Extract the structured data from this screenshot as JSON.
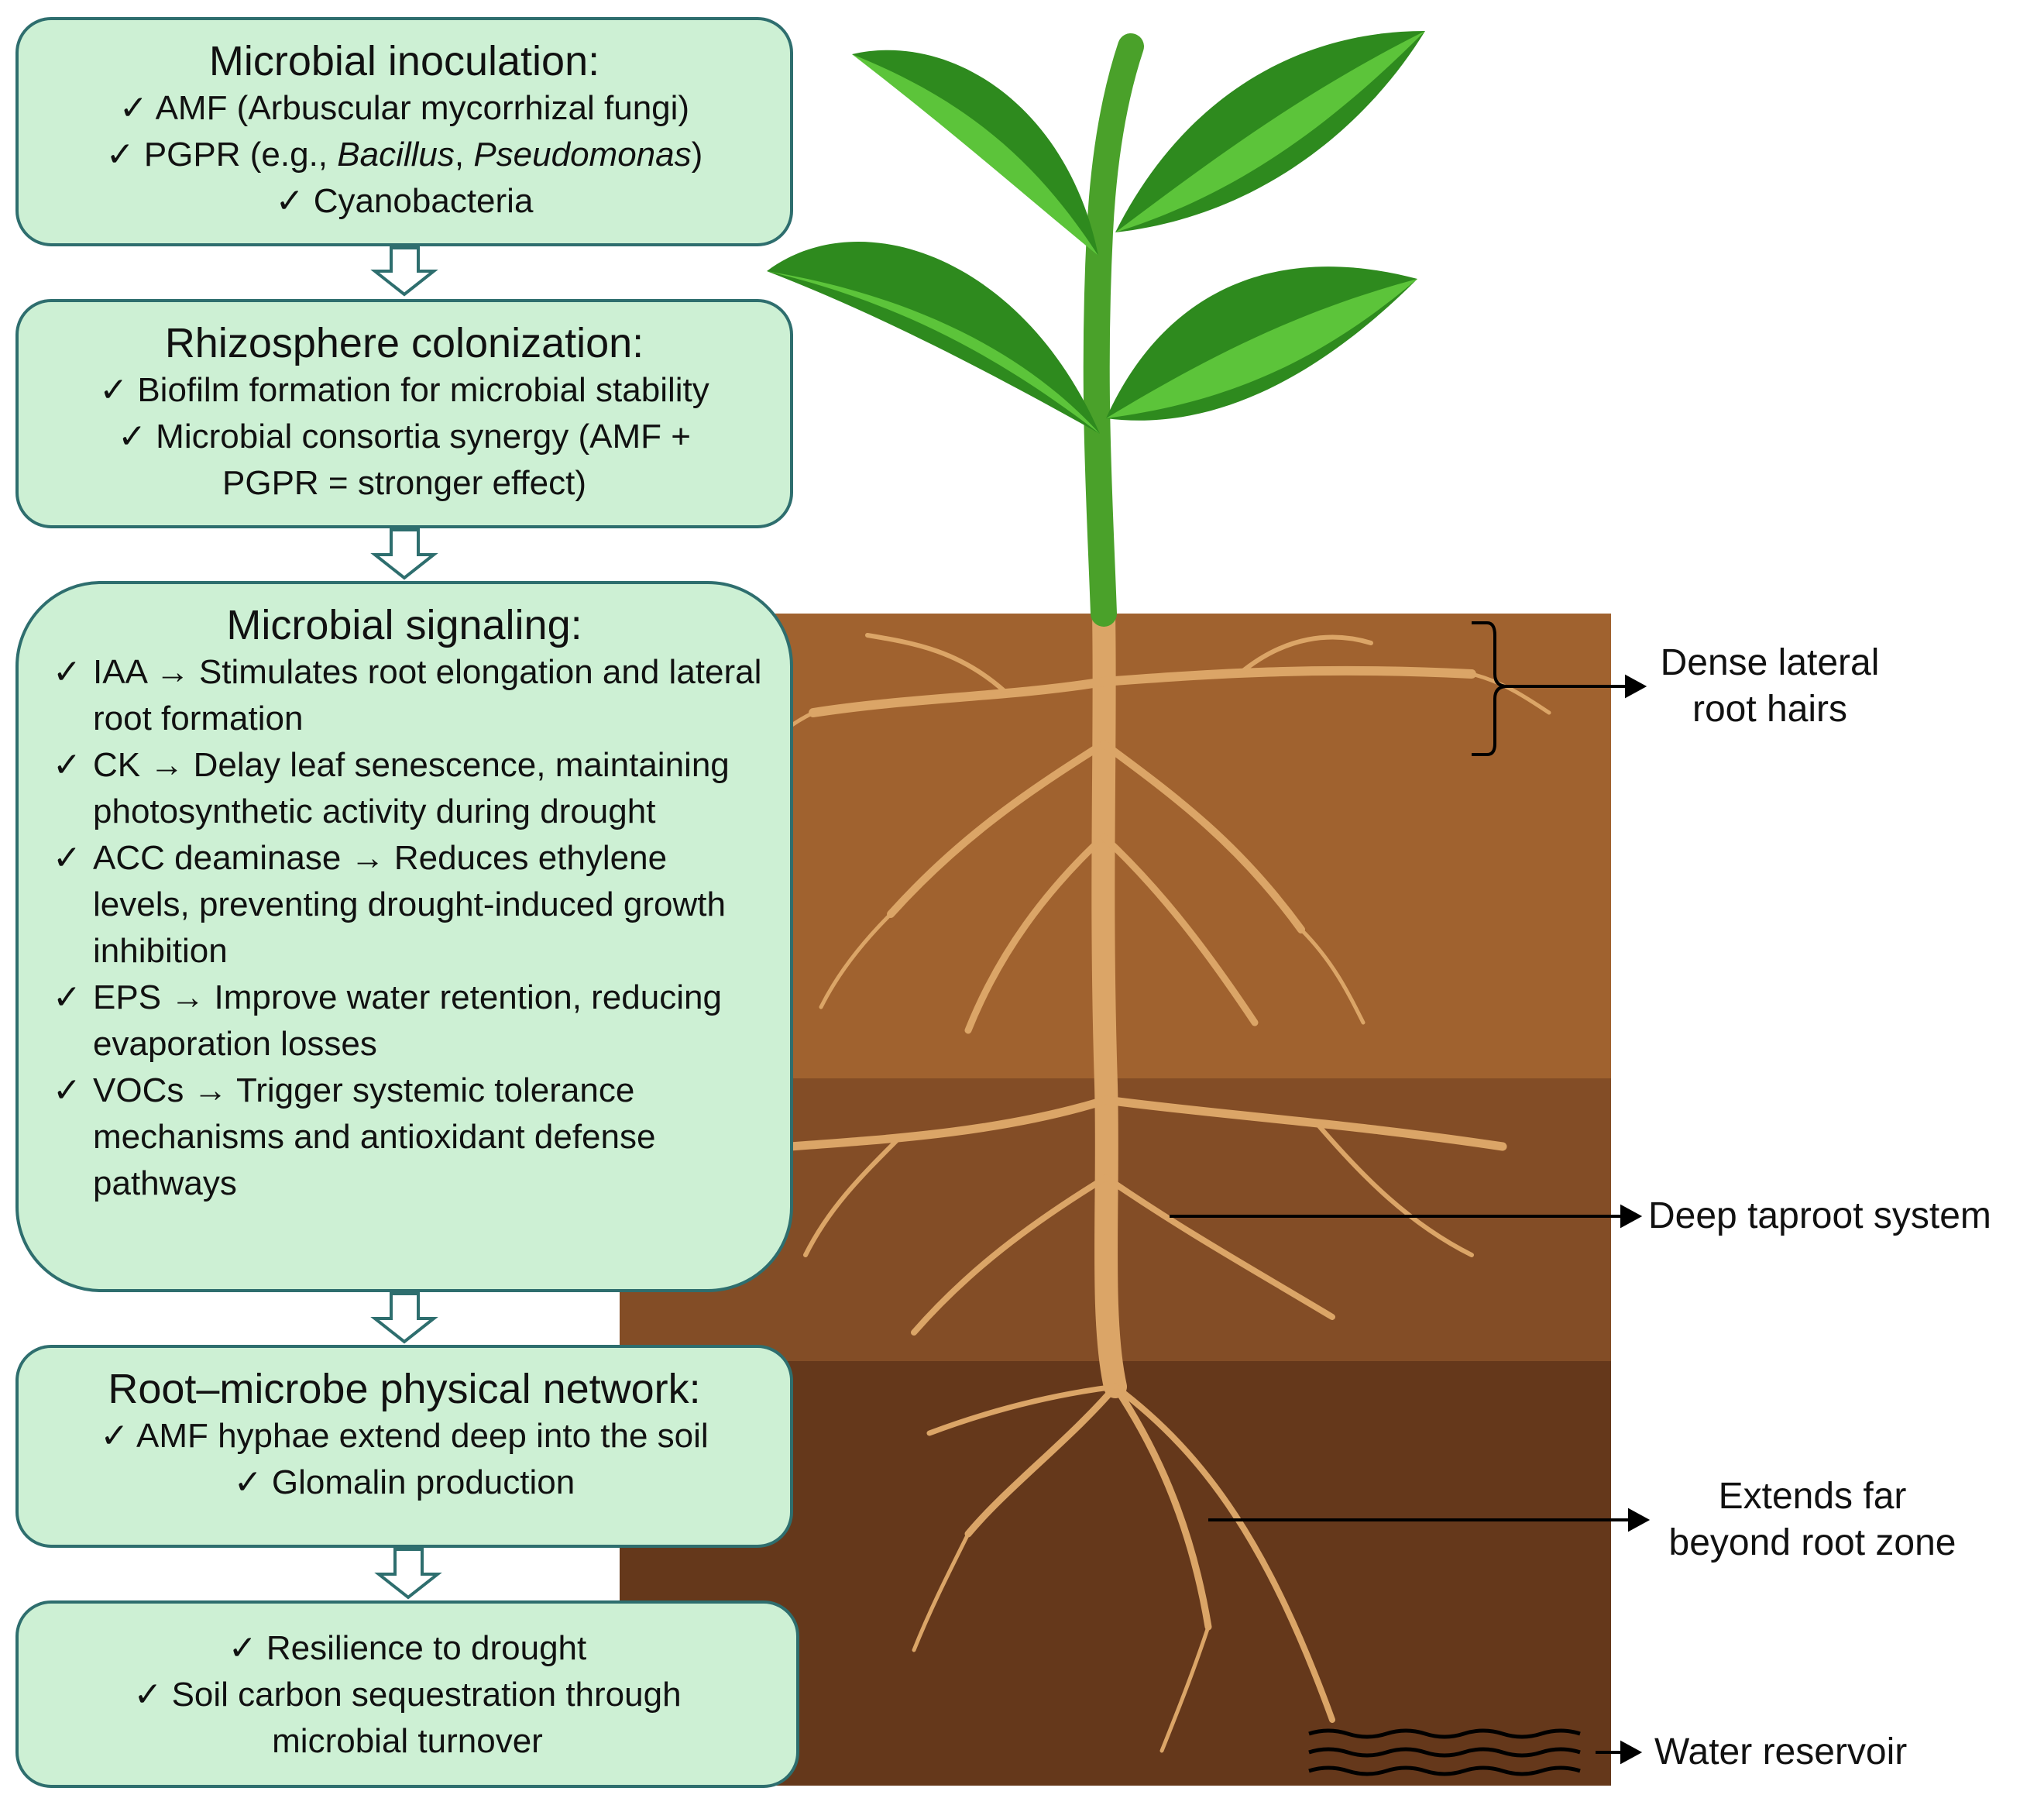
{
  "boxes": [
    {
      "id": "microbial-inoculation",
      "title": "Microbial inoculation:",
      "items": [
        "AMF (Arbuscular mycorrhizal fungi)",
        "PGPR (e.g., Bacillus, Pseudomonas)",
        "Cyanobacteria"
      ]
    },
    {
      "id": "rhizosphere-colonization",
      "title": "Rhizosphere colonization:",
      "items": [
        "Biofilm formation for microbial stability",
        "Microbial consortia synergy (AMF + PGPR = stronger effect)"
      ]
    },
    {
      "id": "microbial-signaling",
      "title": "Microbial signaling:",
      "items": [
        "IAA → Stimulates root elongation and lateral root formation",
        "CK → Delay leaf senescence, maintaining photosynthetic activity during drought",
        "ACC deaminase → Reduces ethylene levels, preventing drought-induced growth inhibition",
        "EPS → Improve water retention, reducing evaporation losses",
        "VOCs → Trigger systemic tolerance mechanisms and antioxidant defense pathways"
      ]
    },
    {
      "id": "root-microbe-network",
      "title": "Root–microbe physical network:",
      "items": [
        "AMF hyphae extend deep into the soil",
        "Glomalin production"
      ]
    },
    {
      "id": "outcomes",
      "title": "",
      "items": [
        "Resilience to drought",
        "Soil carbon sequestration through microbial turnover"
      ]
    }
  ],
  "checkmark": "✓",
  "inoculation_italic": {
    "prefix": "PGPR (e.g., ",
    "genus1": "Bacillus",
    "sep": ", ",
    "genus2": "Pseudomonas",
    "suffix": ")"
  },
  "labels": {
    "dense_lateral": [
      "Dense lateral",
      "root hairs"
    ],
    "deep_taproot": "Deep taproot system",
    "extends_far": [
      "Extends far",
      "beyond root zone"
    ],
    "water_reservoir": "Water reservoir"
  },
  "colors": {
    "box_fill": "#cdf0d4",
    "box_border": "#2e6e6e",
    "soil_top": "#a0622f",
    "soil_mid": "#834d26",
    "soil_bottom": "#65381b",
    "root": "#dba567",
    "leaf_dark": "#2e8a1e",
    "leaf_light": "#5cc43a",
    "stem": "#4aa12a"
  }
}
